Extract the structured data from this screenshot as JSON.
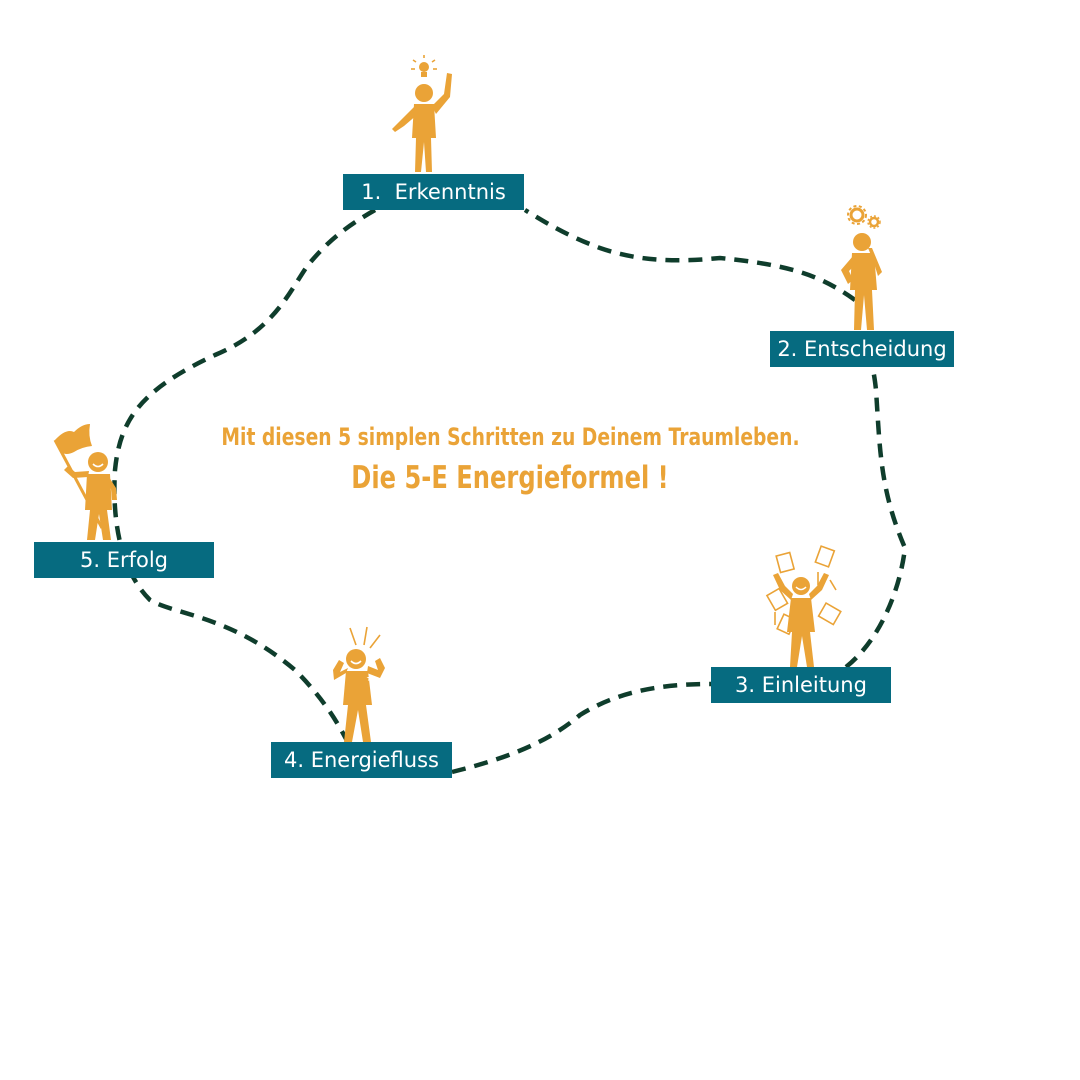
{
  "colors": {
    "path": "#0f3d2c",
    "label_bg": "#066b80",
    "label_text": "#ffffff",
    "figure": "#eaa337",
    "headline": "#eaa337"
  },
  "headline": {
    "line1": "Mit diesen 5 simplen  Schritten zu Deinem Traumleben.",
    "line2": "Die 5-E Energieformel !"
  },
  "steps": [
    {
      "label": "1.  Erkenntnis",
      "icon": "person-with-lightbulb-icon"
    },
    {
      "label": "2. Entscheidung",
      "icon": "thinking-person-with-gears-icon"
    },
    {
      "label": "3. Einleitung",
      "icon": "person-juggling-papers-icon"
    },
    {
      "label": "4. Energiefluss",
      "icon": "flexing-person-icon"
    },
    {
      "label": "5. Erfolg",
      "icon": "person-with-flag-icon"
    }
  ]
}
